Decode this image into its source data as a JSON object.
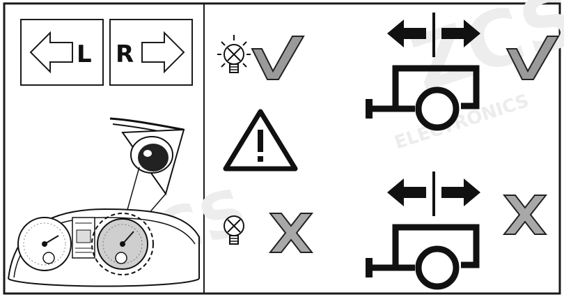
{
  "left_panel": {
    "left_arrow_label": "L",
    "right_arrow_label": "R",
    "watermark_text": "ZCS ELECTRONICS"
  },
  "right_panel": {
    "rows": [
      {
        "lamp": "bulb-on-icon",
        "status": "check",
        "trailer": "trailer-indicator-check"
      },
      {
        "warning": "warning-triangle-icon"
      },
      {
        "lamp": "bulb-off-icon",
        "status": "cross",
        "trailer": "trailer-indicator-cross"
      }
    ]
  },
  "colors": {
    "stroke": "#1a1a1a",
    "check_fill": "#9a9a9a",
    "cross_fill": "#a8a8a8",
    "watermark": "#e6e6e6"
  }
}
